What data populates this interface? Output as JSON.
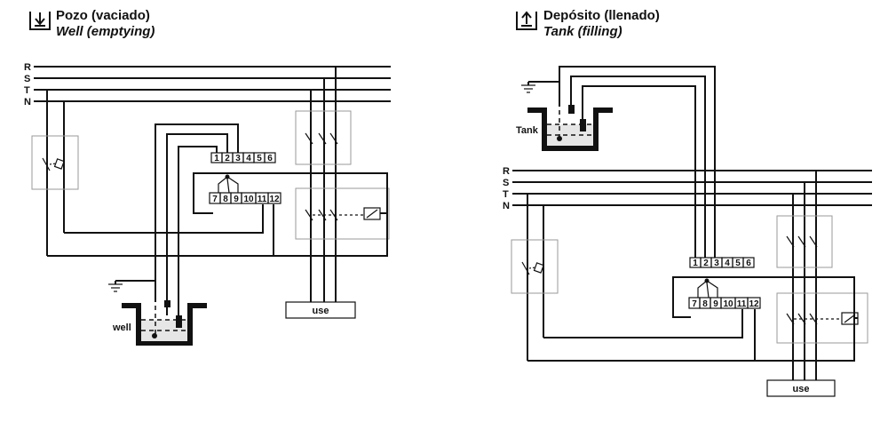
{
  "left_panel": {
    "title": "Pozo (vaciado)",
    "subtitle": "Well (emptying)",
    "icon": "well-emptying-icon",
    "bus_labels": [
      "R",
      "S",
      "T",
      "N"
    ],
    "terminals_top": [
      "1",
      "2",
      "3",
      "4",
      "5",
      "6"
    ],
    "terminals_bottom": [
      "7",
      "8",
      "9",
      "10",
      "11",
      "12"
    ],
    "reservoir_label": "well",
    "load_label": "use"
  },
  "right_panel": {
    "title": "Depósito (llenado)",
    "subtitle": "Tank (filling)",
    "icon": "tank-filling-icon",
    "bus_labels": [
      "R",
      "S",
      "T",
      "N"
    ],
    "terminals_top": [
      "1",
      "2",
      "3",
      "4",
      "5",
      "6"
    ],
    "terminals_bottom": [
      "7",
      "8",
      "9",
      "10",
      "11",
      "12"
    ],
    "reservoir_label": "Tank",
    "load_label": "use"
  }
}
